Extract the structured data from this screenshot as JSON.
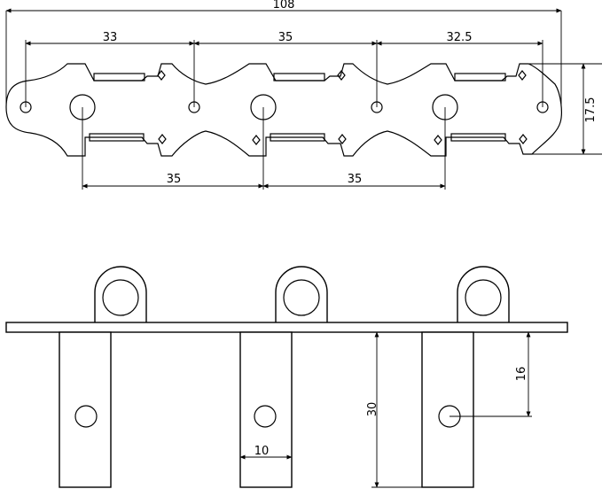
{
  "top_view": {
    "overall_length": "108",
    "post_spacing_1": "33",
    "post_spacing_2": "35",
    "post_spacing_3": "32.5",
    "plate_height": "17.5",
    "shaft_spacing_1": "35",
    "shaft_spacing_2": "35"
  },
  "front_view": {
    "shaft_width": "10",
    "shaft_length": "30",
    "hole_offset": "16"
  }
}
